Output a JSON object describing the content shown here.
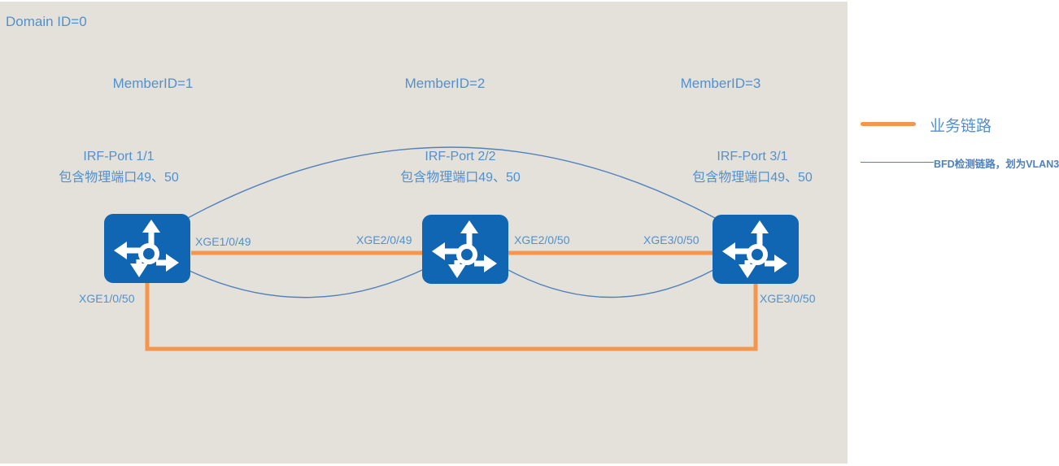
{
  "colors": {
    "canvas_bg": "#e4e1db",
    "node_blue": "#1066b2",
    "text_blue": "#5291cc",
    "service_orange": "#f5964e",
    "bfd_blue": "#4f81bd",
    "icon_white": "#ffffff"
  },
  "domain_label": "Domain ID=0",
  "switches": [
    {
      "member_label": "MemberID=1",
      "irf_port_line1": "IRF-Port 1/1",
      "irf_port_line2": "包含物理端口49、50"
    },
    {
      "member_label": "MemberID=2",
      "irf_port_line1": "IRF-Port 2/2",
      "irf_port_line2": "包含物理端口49、50"
    },
    {
      "member_label": "MemberID=3",
      "irf_port_line1": "IRF-Port 3/1",
      "irf_port_line2": "包含物理端口49、50"
    }
  ],
  "ports": {
    "sw1_right": "XGE1/0/49",
    "sw2_left": "XGE2/0/49",
    "sw2_right": "XGE2/0/50",
    "sw3_left": "XGE3/0/50",
    "sw1_bottom": "XGE1/0/50",
    "sw3_bottom": "XGE3/0/50"
  },
  "legend": {
    "service_label": "业务链路",
    "bfd_label": "BFD检测链路，划为VLAN3"
  }
}
